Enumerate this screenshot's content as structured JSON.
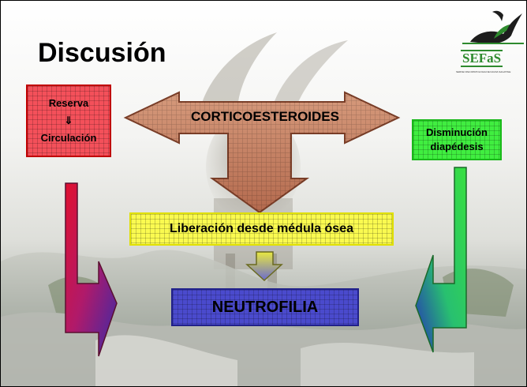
{
  "slide": {
    "title": "Discusión",
    "logo": {
      "text": "SEFaS",
      "subtext": "SERVEI D'ECOPATOLOGIA DE FAUNA SALVATGE"
    },
    "center_arrow": {
      "label": "CORTICOESTEROIDES",
      "color": "#c0785a"
    },
    "left_box": {
      "line1": "Reserva",
      "arrow_glyph": "⇓",
      "line2": "Circulación",
      "color": "#f4505a"
    },
    "right_box": {
      "line1": "Disminución",
      "line2": "diapédesis",
      "color": "#40ee40"
    },
    "middle_box": {
      "label": "Liberación desde médula ósea",
      "color": "#fafa50"
    },
    "bottom_box": {
      "label": "NEUTROFILIA",
      "color": "#4a4acd"
    },
    "icons": [
      "ibex-logo-icon",
      "down-arrow-icon",
      "left-bent-arrow-icon",
      "right-bent-arrow-icon"
    ]
  }
}
